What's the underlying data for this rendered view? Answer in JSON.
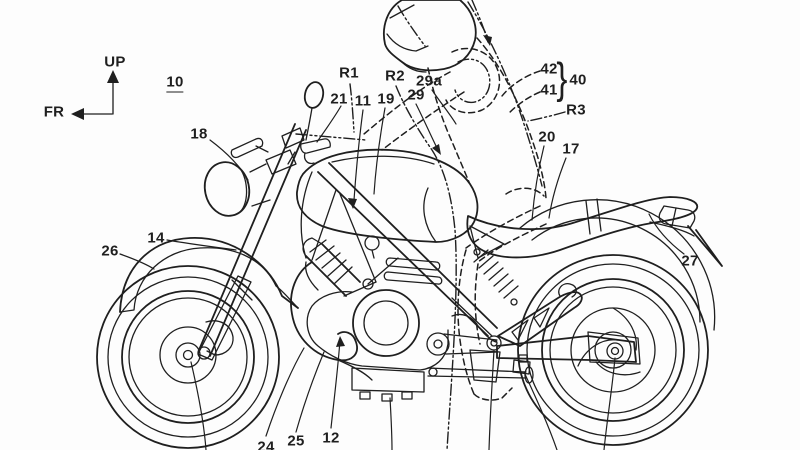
{
  "figure": {
    "background_color": "#fdfdfd",
    "line_color": "#1f1f1f"
  },
  "direction_indicator": {
    "up_label": "UP",
    "fr_label": "FR"
  },
  "figure_number": {
    "text": "10"
  },
  "brace_group": {
    "brace": "}",
    "group_label": "40",
    "members": [
      "42",
      "41"
    ]
  },
  "reference_labels": [
    {
      "name": "up",
      "text": "UP"
    },
    {
      "name": "fr",
      "text": "FR"
    },
    {
      "name": "fig-10",
      "text": "10"
    },
    {
      "name": "18",
      "text": "18"
    },
    {
      "name": "14",
      "text": "14"
    },
    {
      "name": "26",
      "text": "26"
    },
    {
      "name": "r1",
      "text": "R1"
    },
    {
      "name": "21",
      "text": "21"
    },
    {
      "name": "11",
      "text": "11"
    },
    {
      "name": "19",
      "text": "19"
    },
    {
      "name": "r2",
      "text": "R2"
    },
    {
      "name": "29",
      "text": "29"
    },
    {
      "name": "29a",
      "text": "29a"
    },
    {
      "name": "42",
      "text": "42"
    },
    {
      "name": "41",
      "text": "41"
    },
    {
      "name": "brace-40",
      "text": "}"
    },
    {
      "name": "40",
      "text": "40"
    },
    {
      "name": "r3",
      "text": "R3"
    },
    {
      "name": "20",
      "text": "20"
    },
    {
      "name": "17",
      "text": "17"
    },
    {
      "name": "27",
      "text": "27"
    },
    {
      "name": "24",
      "text": "24"
    },
    {
      "name": "25",
      "text": "25"
    },
    {
      "name": "12",
      "text": "12"
    }
  ]
}
